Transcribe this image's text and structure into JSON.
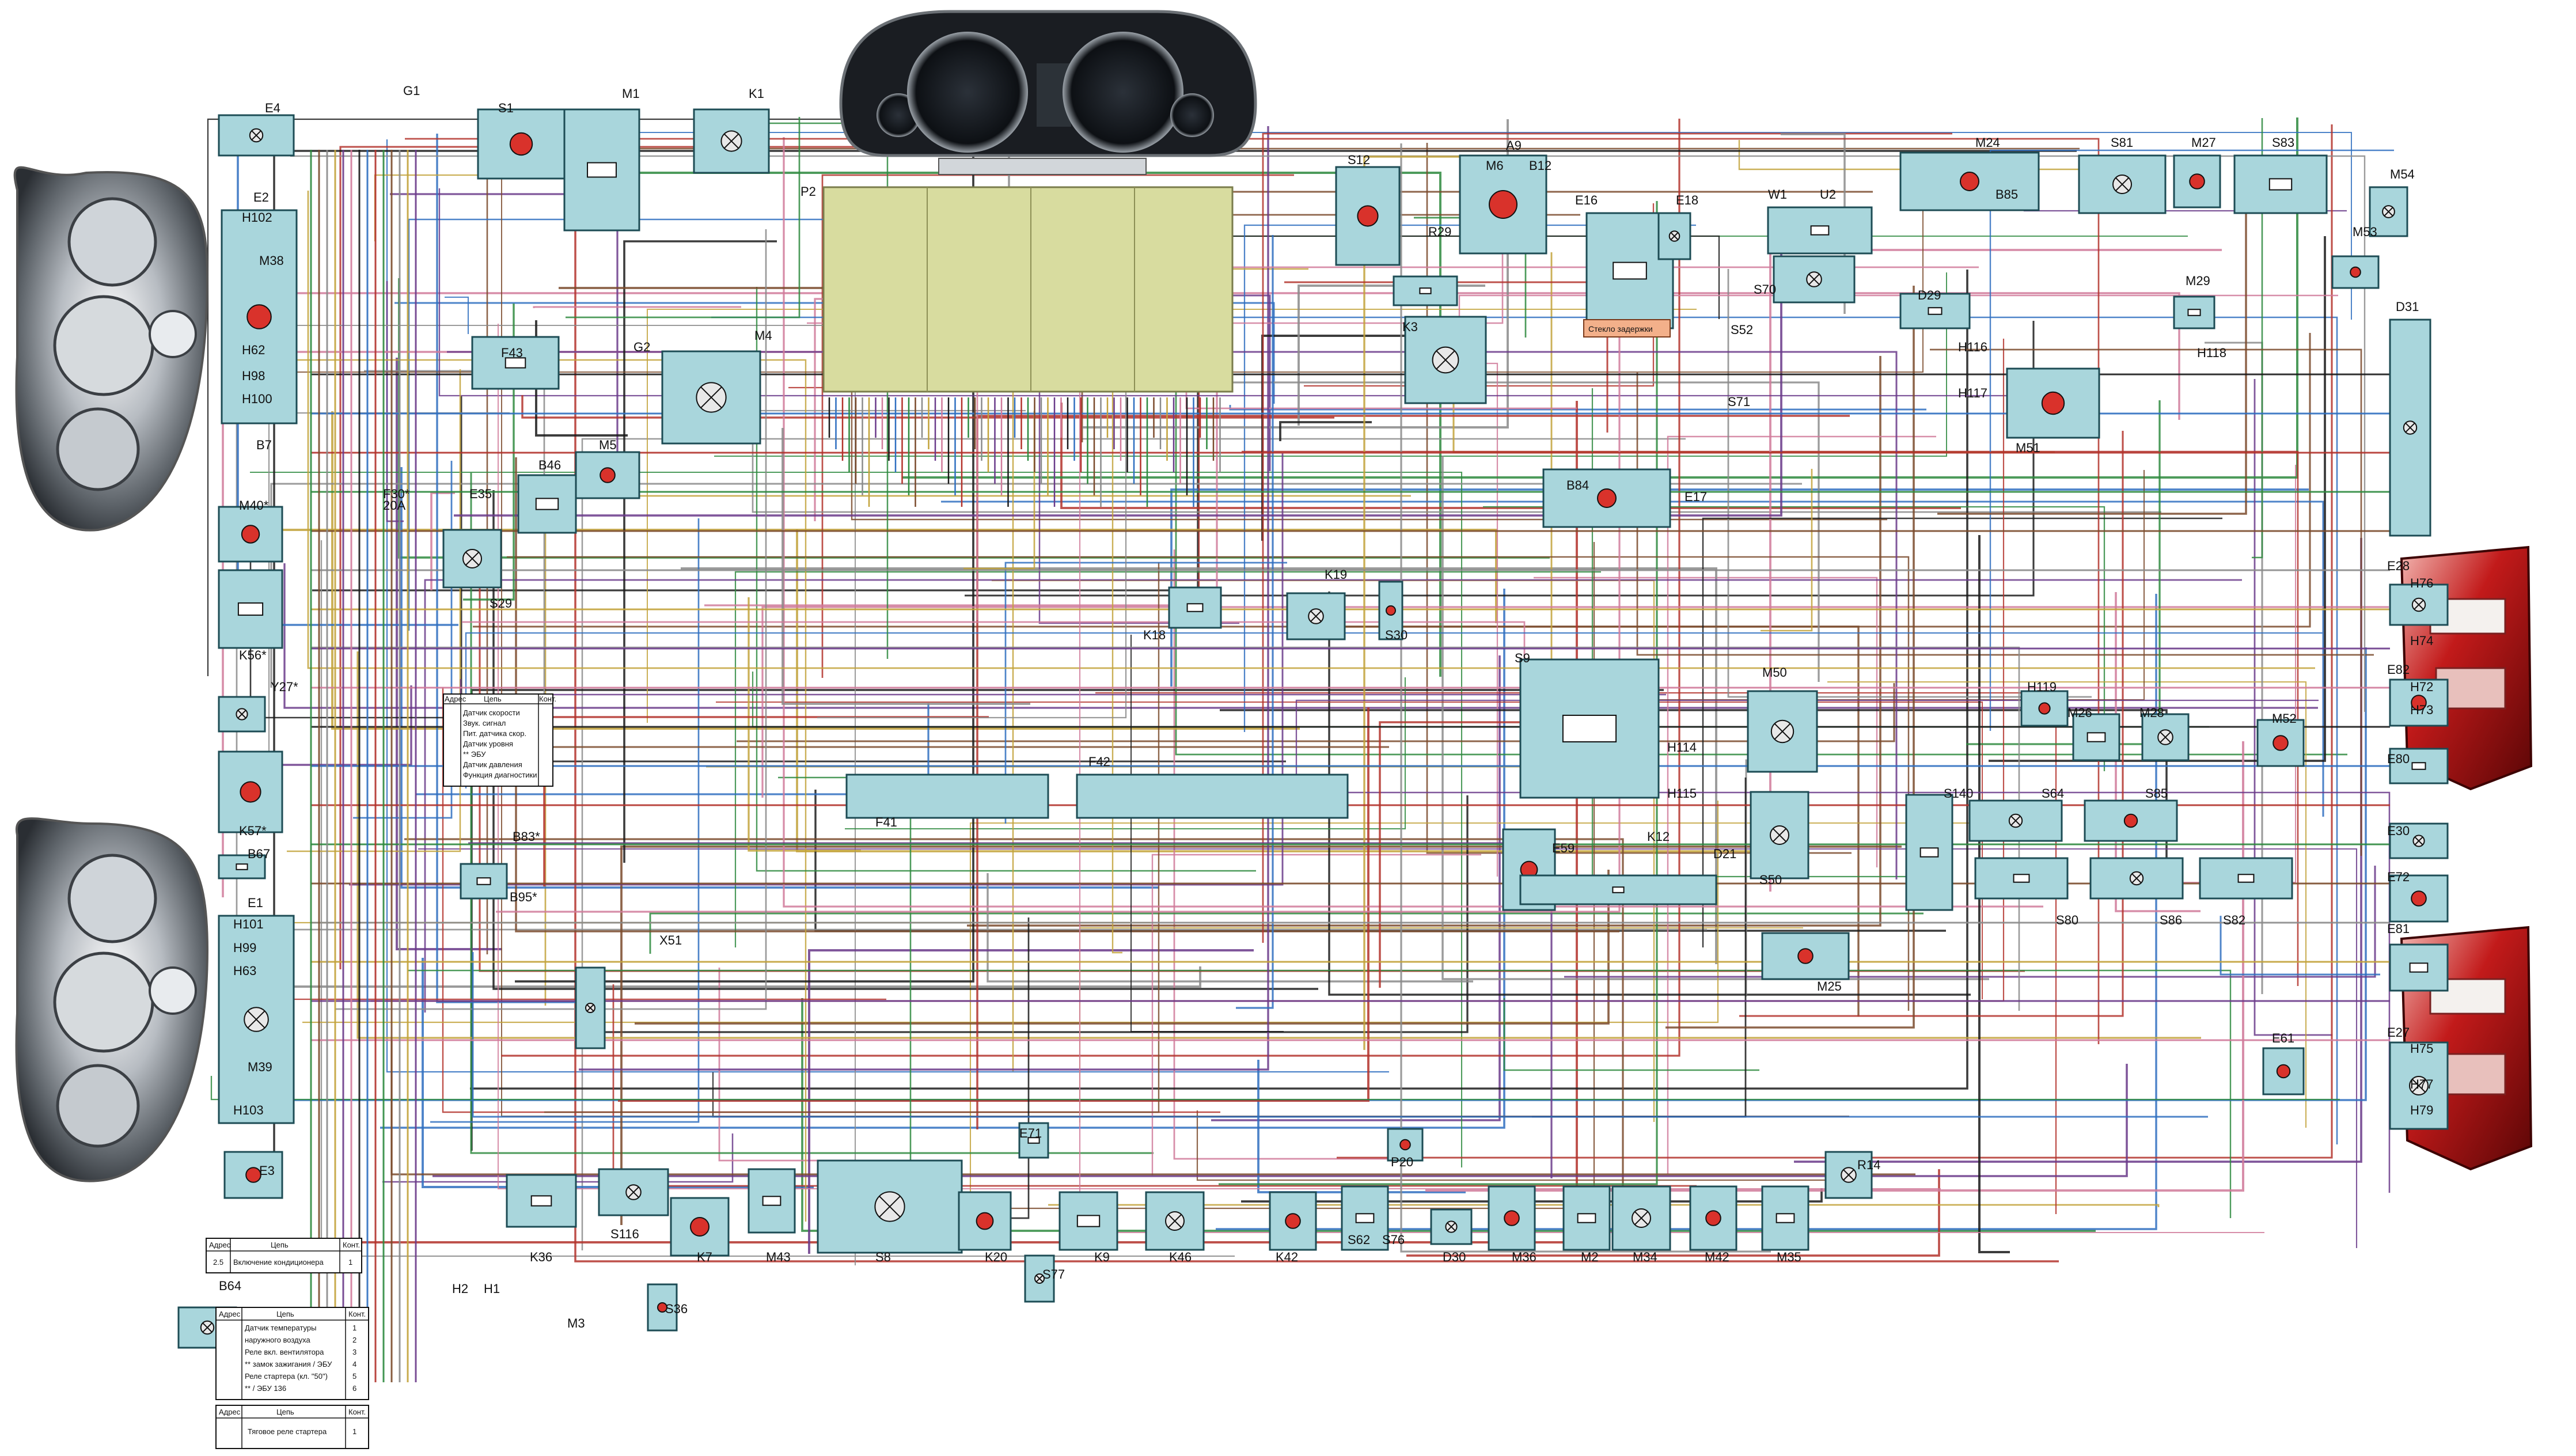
{
  "colors": {
    "component_fill": "#a9d6dc",
    "component_stroke": "#1d4c55",
    "panel_fill": "#d8dc9f",
    "wire_palette": [
      "#1a1a1a",
      "#2f6fc0",
      "#b3322b",
      "#2e8a3e",
      "#7a4a2b",
      "#8a8a8a",
      "#c2a23a",
      "#6a3a8a",
      "#d07a9a"
    ]
  },
  "upper_left": {
    "labels": [
      "E4",
      "G1",
      "S1",
      "M1",
      "K1",
      "E2",
      "H102",
      "M38",
      "H62",
      "H98",
      "H100",
      "F43",
      "G2",
      "M4",
      "B7",
      "M40*",
      "F30*",
      "20A",
      "E35",
      "B46",
      "M5",
      "S29",
      "K56*",
      "Y27*",
      "K57*"
    ]
  },
  "upper_mid": {
    "labels": [
      "P2",
      "S12",
      "R29",
      "K3",
      "A9",
      "M6",
      "B12",
      "E16",
      "E18",
      "S70",
      "S52",
      "S71",
      "B84",
      "E17",
      "W1",
      "U2"
    ]
  },
  "upper_right": {
    "labels": [
      "M24",
      "B85",
      "S81",
      "M27",
      "S83",
      "M54",
      "M53",
      "M29",
      "D29",
      "H116",
      "H117",
      "H118",
      "D31",
      "M51"
    ]
  },
  "mid": {
    "labels": [
      "K19",
      "K18",
      "S30",
      "S9",
      "M50",
      "H114",
      "H115",
      "K12",
      "D21",
      "E59",
      "H119",
      "M26",
      "M28",
      "M52",
      "F42",
      "F41"
    ]
  },
  "lower_left": {
    "labels": [
      "B67",
      "E1",
      "H101",
      "H99",
      "H63",
      "M39",
      "H103",
      "E3",
      "B83*",
      "B95*",
      "X51"
    ]
  },
  "lower_bottom": {
    "labels": [
      "K36",
      "S116",
      "K7",
      "M43",
      "S8",
      "K20",
      "K9",
      "K46",
      "K42",
      "S62",
      "S76",
      "D30",
      "M36",
      "M2",
      "M34",
      "M42",
      "M35",
      "R14",
      "P20",
      "E71",
      "S77",
      "H2",
      "H1",
      "M3",
      "S36",
      "B64"
    ]
  },
  "lower_right": {
    "labels": [
      "S140",
      "S64",
      "S85",
      "S80",
      "S86",
      "S50",
      "M25",
      "S82",
      "E28",
      "H76",
      "H74",
      "E82",
      "H72",
      "H73",
      "E80",
      "E30",
      "E72",
      "E81",
      "E27",
      "H75",
      "H77",
      "H79",
      "E61"
    ]
  },
  "note_table_top": {
    "header": [
      "Адрес",
      "Цепь",
      "Конт."
    ],
    "rows": [
      [
        "2.5",
        "Включение кондиционера",
        "1"
      ]
    ]
  },
  "note_table_b64": {
    "header": [
      "Адрес",
      "Цепь",
      "Конт."
    ],
    "rows": [
      [
        "",
        "Датчик температуры",
        "1"
      ],
      [
        "",
        "наружного воздуха",
        "2"
      ],
      [
        "",
        "Реле вкл. вентилятора",
        "3"
      ],
      [
        "",
        "** замок зажигания / ЭБУ",
        "4"
      ],
      [
        "",
        "Реле стартера (кл. \"50\")",
        "5"
      ],
      [
        "",
        "** / ЭБУ 136",
        "6"
      ]
    ]
  },
  "note_table_start": {
    "header": [
      "Адрес",
      "Цепь",
      "Конт."
    ],
    "rows": [
      [
        "",
        "Тяговое реле стартера",
        "1"
      ]
    ]
  },
  "diag_table": {
    "header": [
      "Адрес",
      "Цепь",
      "Конт."
    ],
    "rows": [
      [
        "",
        "Датчик скорости",
        ""
      ],
      [
        "",
        "Звук. сигнал",
        ""
      ],
      [
        "",
        "Пит. датчика скор.",
        ""
      ],
      [
        "",
        "Датчик уровня",
        ""
      ],
      [
        "",
        "** ЭБУ",
        ""
      ],
      [
        "",
        "Датчик давления",
        ""
      ],
      [
        "",
        "Функция диагностики",
        ""
      ]
    ]
  },
  "e16_caption": "Стекло задержки"
}
